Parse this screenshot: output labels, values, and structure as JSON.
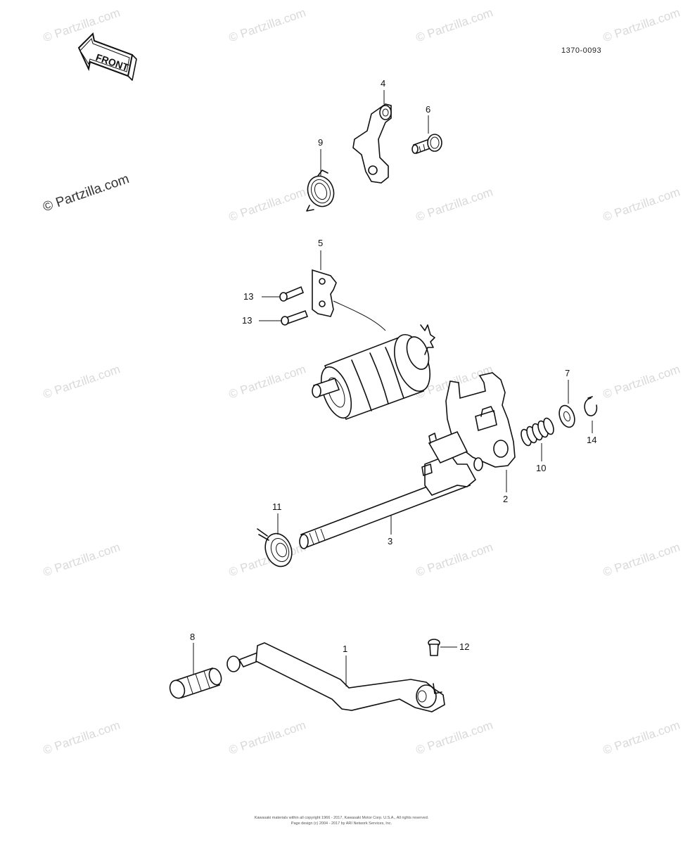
{
  "watermark": "© Partzilla.com",
  "watermark_prominent": "© Partzilla.com",
  "diagram_code": "1370-0093",
  "front_label": "FRONT",
  "callouts": {
    "c1": "1",
    "c2": "2",
    "c3": "3",
    "c4": "4",
    "c5": "5",
    "c6": "6",
    "c7": "7",
    "c8": "8",
    "c9": "9",
    "c10": "10",
    "c11": "11",
    "c12": "12",
    "c13a": "13",
    "c13b": "13",
    "c14": "14"
  },
  "footer": {
    "line1": "Kawasaki materials within all copyright 1966 - 2017, Kawasaki Motor Corp. U.S.A., All rights reserved.",
    "line2": "Page design (c) 2004 - 2017 by ARI Network Services, Inc."
  },
  "colors": {
    "line": "#111111",
    "watermark": "#d9d9d9"
  }
}
